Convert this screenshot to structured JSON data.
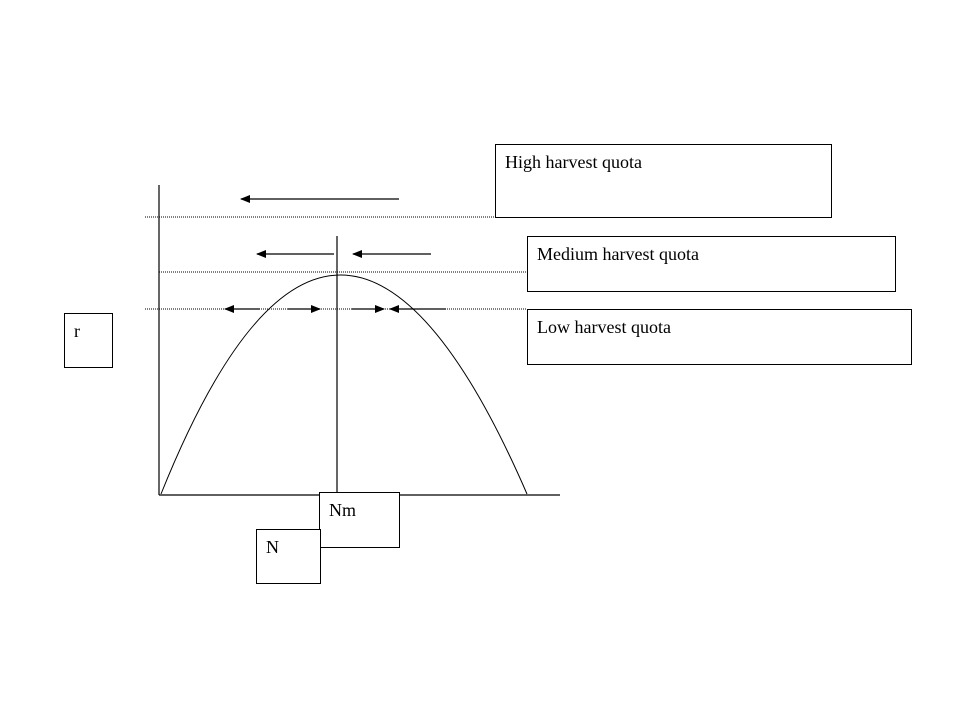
{
  "diagram": {
    "quota_labels": {
      "high": "High harvest quota",
      "medium": "Medium harvest quota",
      "low": "Low harvest quota"
    },
    "axis_labels": {
      "y": "r",
      "x": "N",
      "peak": "Nm"
    }
  }
}
